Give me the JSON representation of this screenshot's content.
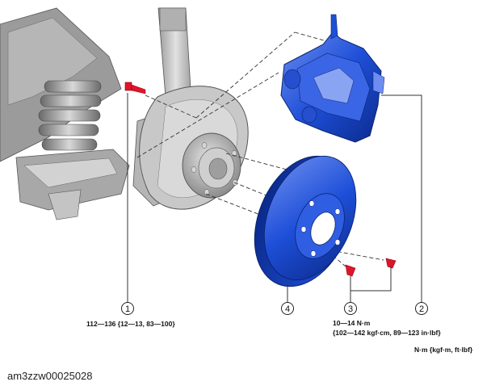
{
  "callouts": [
    {
      "number": "1",
      "part": "bolt"
    },
    {
      "number": "2",
      "part": "caliper"
    },
    {
      "number": "3",
      "part": "screw"
    },
    {
      "number": "4",
      "part": "disc-plate"
    }
  ],
  "torque_1": "112—136 {12—13, 83—100}",
  "torque_3": {
    "line1": "10—14 N·m",
    "line2": "{102—142 kgf·cm, 89—123 in·lbf}"
  },
  "units_legend": "N·m {kgf·m, ft·lbf}",
  "figure_code": "am3zzw00025028",
  "colors": {
    "part_blue": "#1e4fd8",
    "part_blue_dark": "#0b2a8c",
    "part_blue_light": "#6d8ef0",
    "bolt_red": "#e0152a",
    "line_gray": "#555555",
    "assembly_gray": "#8a8a8a"
  }
}
